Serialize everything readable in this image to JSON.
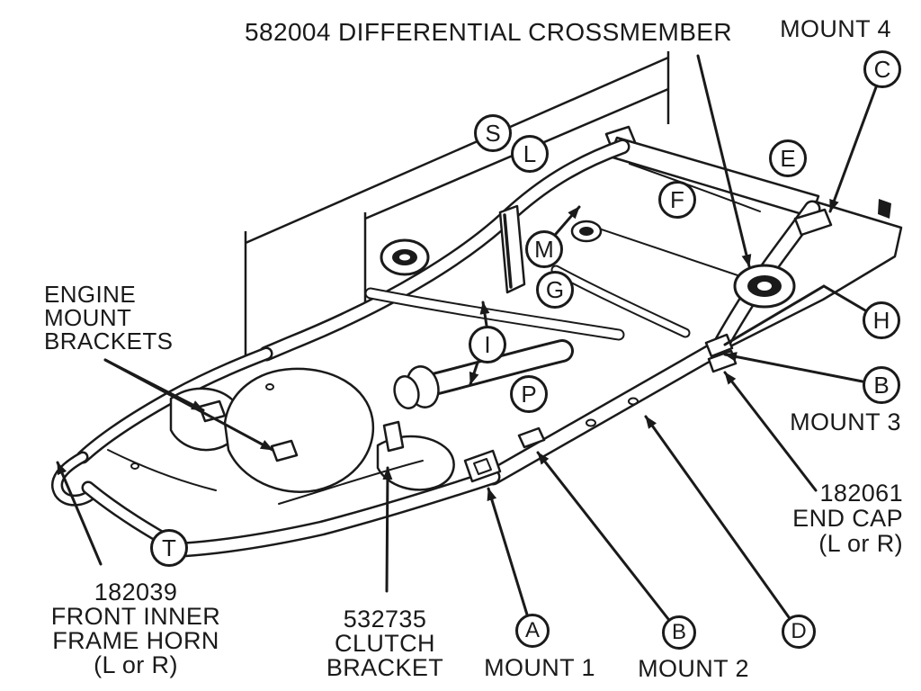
{
  "diagram": {
    "title": "582004 DIFFERENTIAL CROSSMEMBER",
    "labels": {
      "mount4": "MOUNT 4",
      "mount3": "MOUNT 3",
      "mount2": "MOUNT 2",
      "mount1": "MOUNT 1",
      "engine_mount": [
        "ENGINE",
        "MOUNT",
        "BRACKETS"
      ],
      "frame_horn": [
        "182039",
        "FRONT INNER",
        "FRAME HORN",
        "(L or R)"
      ],
      "clutch_bracket": [
        "532735",
        "CLUTCH",
        "BRACKET"
      ],
      "end_cap": [
        "182061",
        "END CAP",
        "(L or R)"
      ]
    },
    "callouts": {
      "s": "S",
      "l": "L",
      "e": "E",
      "c": "C",
      "f": "F",
      "m": "M",
      "g": "G",
      "i": "I",
      "p": "P",
      "h": "H",
      "b_mount3": "B",
      "t": "T",
      "a": "A",
      "b_mount2": "B",
      "d": "D"
    },
    "colors": {
      "ink": "#1a1a1a",
      "background": "#ffffff"
    }
  }
}
